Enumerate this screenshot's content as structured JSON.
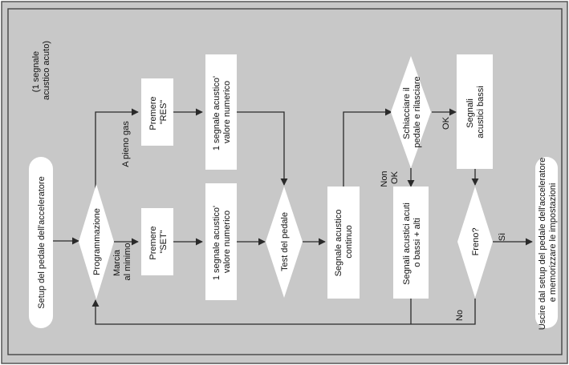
{
  "colors": {
    "panel": "#c8c8c8",
    "box": "#ffffff",
    "line": "#2a2a2a",
    "text": "#111111"
  },
  "note": [
    "(1 segnale",
    "acustico acuto)"
  ],
  "nodes": {
    "start": [
      "Setup del pedale dell'acceleratore"
    ],
    "programmazione": [
      "Programmazione"
    ],
    "premere_res": [
      "Premere",
      "\"RES\""
    ],
    "premere_set": [
      "Premere",
      "\"SET\""
    ],
    "valore_alto": [
      "1 segnale acustico'",
      "valore numerico"
    ],
    "valore_basso": [
      "1 segnale acustico'",
      "valore numerico"
    ],
    "test_pedale": [
      "Test del pedale"
    ],
    "segnale_continuo": [
      "Segnale acustico",
      "continuo"
    ],
    "schiacciare": [
      "Schiacciare il",
      "pedale e rilasciare"
    ],
    "segnali_acuti": [
      "Segnali acustici acuti",
      "o bassi + alti"
    ],
    "segnali_bassi": [
      "Segnali",
      "acustici bassi"
    ],
    "freno": [
      "Freno?"
    ],
    "uscire": [
      "Uscire dal setup del pedale dell'acceleratore",
      "e memorizzare le impostazioni"
    ]
  },
  "edge_labels": {
    "pieno_gas": [
      "A pieno gas"
    ],
    "minimo": [
      "Marcia",
      "al minimo"
    ],
    "non_ok": [
      "Non",
      "OK"
    ],
    "ok": [
      "OK"
    ],
    "si": [
      "Sì"
    ],
    "no": [
      "No"
    ]
  }
}
